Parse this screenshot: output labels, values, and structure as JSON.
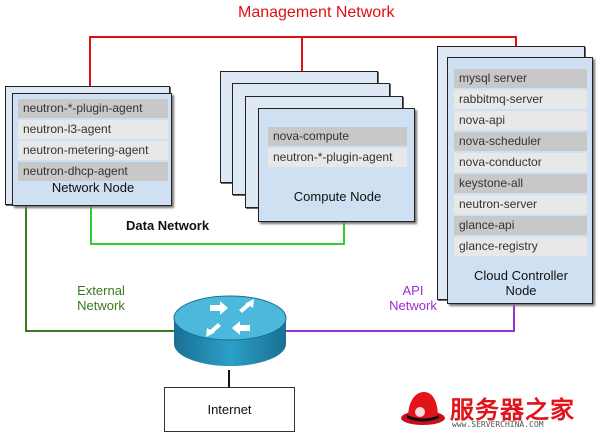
{
  "management_network": {
    "label": "Management Network",
    "color": "#e01010"
  },
  "data_network": {
    "label": "Data Network",
    "color": "#33cc33"
  },
  "external_network": {
    "line1": "External",
    "line2": "Network",
    "color": "#3a7a1e"
  },
  "api_network": {
    "line1": "API",
    "line2": "Network",
    "color": "#9b30d0"
  },
  "network_node": {
    "title": "Network Node",
    "services": [
      "neutron-*-plugin-agent",
      "neutron-l3-agent",
      "neutron-metering-agent",
      "neutron-dhcp-agent"
    ]
  },
  "compute_node": {
    "title": "Compute Node",
    "services": [
      "nova-compute",
      "neutron-*-plugin-agent"
    ]
  },
  "controller_node": {
    "title_line1": "Cloud Controller",
    "title_line2": "Node",
    "services": [
      "mysql server",
      "rabbitmq-server",
      "nova-api",
      "nova-scheduler",
      "nova-conductor",
      "keystone-all",
      "neutron-server",
      "glance-api",
      "glance-registry"
    ]
  },
  "internet": {
    "label": "Internet"
  },
  "router": {
    "icon": "router-icon",
    "color": "#2aa0c8"
  },
  "watermark": {
    "text": "服务器之家",
    "url": "www.SERVERCHINA.COM"
  }
}
